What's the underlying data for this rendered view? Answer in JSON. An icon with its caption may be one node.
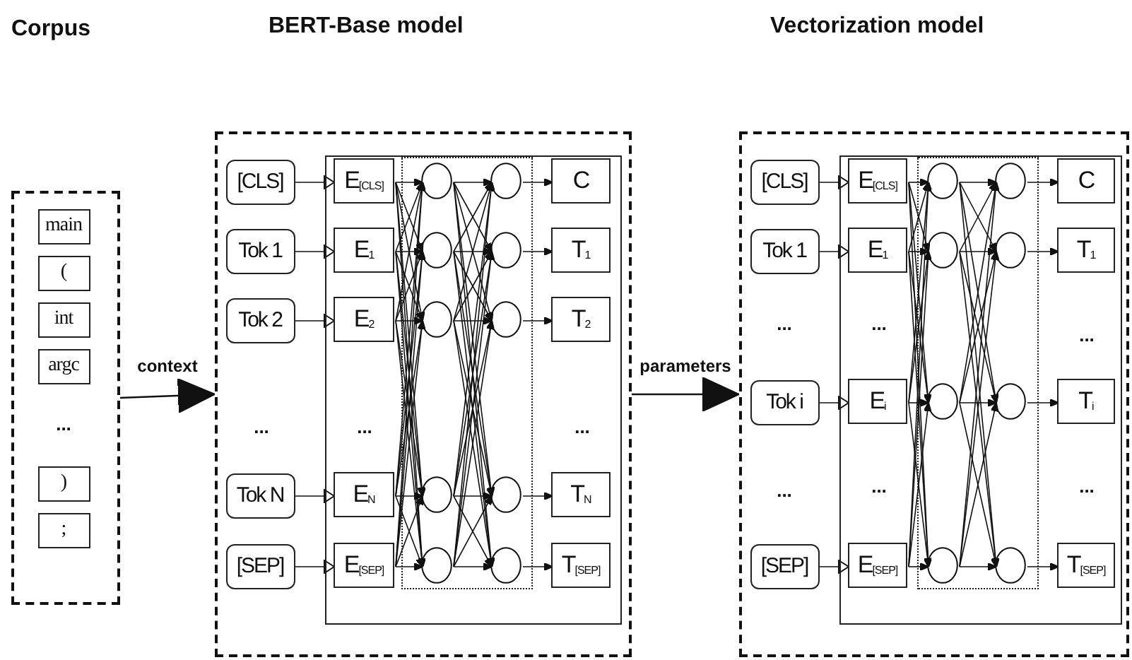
{
  "diagram": {
    "nodes": [
      {
        "text": [],
        "shape": "box"
      },
      {
        "text": [
          "main"
        ],
        "in": 0
      },
      {
        "text": [
          "("
        ],
        "in": 0
      },
      {
        "text": [
          "int"
        ],
        "in": 0
      },
      {
        "text": [
          "argc"
        ],
        "in": 0
      },
      {
        "text": [
          ")"
        ],
        "in": 0
      },
      {
        "text": [
          ";"
        ],
        "in": 0
      },
      {
        "text": [],
        "shape": "box"
      },
      {
        "text": [],
        "shape": "box",
        "in": 7
      },
      {
        "text": [
          "[CLS]"
        ],
        "in": 7
      },
      {
        "text": [
          "Tok 1"
        ],
        "in": 7
      },
      {
        "text": [
          "Tok 2"
        ],
        "in": 7
      },
      {
        "text": [
          "Tok N"
        ],
        "in": 7
      },
      {
        "text": [
          "[SEP]"
        ],
        "in": 7
      },
      {
        "text": [
          "E$_{[CLS]}$"
        ],
        "in": 8
      },
      {
        "text": [
          "E$_{1}$"
        ],
        "in": 8
      },
      {
        "text": [
          "E$_{2}$"
        ],
        "in": 8
      },
      {
        "text": [
          "E$_{N}$"
        ],
        "in": 8
      },
      {
        "text": [
          "E$_{[SEP]}$"
        ],
        "in": 8
      },
      {
        "text": [],
        "shape": "box",
        "in": 8
      },
      {
        "text": [],
        "shape": "circle",
        "in": 19
      },
      {
        "text": [],
        "shape": "circle",
        "in": 19
      },
      {
        "text": [],
        "shape": "circle",
        "in": 19
      },
      {
        "text": [],
        "shape": "circle",
        "in": 19
      },
      {
        "text": [],
        "shape": "circle",
        "in": 19
      },
      {
        "text": [],
        "shape": "circle",
        "in": 19
      },
      {
        "text": [],
        "shape": "circle",
        "in": 19
      },
      {
        "text": [],
        "shape": "circle",
        "in": 19
      },
      {
        "text": [],
        "shape": "circle",
        "in": 19
      },
      {
        "text": [],
        "shape": "circle",
        "in": 19
      },
      {
        "text": [
          "C"
        ],
        "in": 8
      },
      {
        "text": [
          "T$_{1}$"
        ],
        "in": 8
      },
      {
        "text": [
          "T$_{2}$"
        ],
        "in": 8
      },
      {
        "text": [
          "T$_{N}$"
        ],
        "in": 8
      },
      {
        "text": [
          "T$_{[SEP]}$"
        ],
        "in": 8
      },
      {
        "text": [],
        "shape": "box"
      },
      {
        "text": [],
        "shape": "box",
        "in": 35
      },
      {
        "text": [
          "[CLS]"
        ],
        "in": 35
      },
      {
        "text": [
          "Tok 1"
        ],
        "in": 35
      },
      {
        "text": [
          "Tok i"
        ],
        "in": 35
      },
      {
        "text": [
          "[SEP]"
        ],
        "in": 35
      },
      {
        "text": [
          "E$_{[CLS]}$"
        ],
        "in": 36
      },
      {
        "text": [
          "E$_{1}$"
        ],
        "in": 36
      },
      {
        "text": [
          "E$_{i}$"
        ],
        "in": 36
      },
      {
        "text": [
          "E$_{[SEP]}$"
        ],
        "in": 36
      },
      {
        "text": [],
        "shape": "box",
        "in": 36
      },
      {
        "text": [],
        "shape": "circle",
        "in": 45
      },
      {
        "text": [],
        "shape": "circle",
        "in": 45
      },
      {
        "text": [],
        "shape": "circle",
        "in": 45
      },
      {
        "text": [],
        "shape": "circle",
        "in": 45
      },
      {
        "text": [],
        "shape": "circle",
        "in": 45
      },
      {
        "text": [],
        "shape": "circle",
        "in": 45
      },
      {
        "text": [],
        "shape": "circle",
        "in": 45
      },
      {
        "text": [],
        "shape": "circle",
        "in": 45
      },
      {
        "text": [
          "C"
        ],
        "in": 36
      },
      {
        "text": [
          "T$_{1}$"
        ],
        "in": 36
      },
      {
        "text": [
          "T$_{i}$"
        ],
        "in": 36
      },
      {
        "text": [
          "T$_{[SEP]}$"
        ],
        "in": 36
      }
    ],
    "edges": [
      {
        "from": 0,
        "to": 7,
        "arrow": "to",
        "label": "context"
      },
      {
        "from": 9,
        "to": 14,
        "arrow": "to"
      },
      {
        "from": 10,
        "to": 15,
        "arrow": "to"
      },
      {
        "from": 11,
        "to": 16,
        "arrow": "to"
      },
      {
        "from": 12,
        "to": 17,
        "arrow": "to"
      },
      {
        "from": 13,
        "to": 18,
        "arrow": "to"
      },
      {
        "from": 14,
        "to": 20,
        "arrow": "to"
      },
      {
        "from": 14,
        "to": 21,
        "arrow": "to"
      },
      {
        "from": 14,
        "to": 22,
        "arrow": "to"
      },
      {
        "from": 14,
        "to": 23,
        "arrow": "to"
      },
      {
        "from": 14,
        "to": 24,
        "arrow": "to"
      },
      {
        "from": 15,
        "to": 20,
        "arrow": "to"
      },
      {
        "from": 15,
        "to": 21,
        "arrow": "to"
      },
      {
        "from": 15,
        "to": 22,
        "arrow": "to"
      },
      {
        "from": 15,
        "to": 23,
        "arrow": "to"
      },
      {
        "from": 15,
        "to": 24,
        "arrow": "to"
      },
      {
        "from": 16,
        "to": 20,
        "arrow": "to"
      },
      {
        "from": 16,
        "to": 21,
        "arrow": "to"
      },
      {
        "from": 16,
        "to": 22,
        "arrow": "to"
      },
      {
        "from": 16,
        "to": 23,
        "arrow": "to"
      },
      {
        "from": 16,
        "to": 24,
        "arrow": "to"
      },
      {
        "from": 17,
        "to": 20,
        "arrow": "to"
      },
      {
        "from": 17,
        "to": 21,
        "arrow": "to"
      },
      {
        "from": 17,
        "to": 22,
        "arrow": "to"
      },
      {
        "from": 17,
        "to": 23,
        "arrow": "to"
      },
      {
        "from": 17,
        "to": 24,
        "arrow": "to"
      },
      {
        "from": 18,
        "to": 20,
        "arrow": "to"
      },
      {
        "from": 18,
        "to": 21,
        "arrow": "to"
      },
      {
        "from": 18,
        "to": 22,
        "arrow": "to"
      },
      {
        "from": 18,
        "to": 23,
        "arrow": "to"
      },
      {
        "from": 18,
        "to": 24,
        "arrow": "to"
      },
      {
        "from": 20,
        "to": 25,
        "arrow": "to"
      },
      {
        "from": 20,
        "to": 26,
        "arrow": "to"
      },
      {
        "from": 20,
        "to": 27,
        "arrow": "to"
      },
      {
        "from": 20,
        "to": 28,
        "arrow": "to"
      },
      {
        "from": 20,
        "to": 29,
        "arrow": "to"
      },
      {
        "from": 21,
        "to": 25,
        "arrow": "to"
      },
      {
        "from": 21,
        "to": 26,
        "arrow": "to"
      },
      {
        "from": 21,
        "to": 27,
        "arrow": "to"
      },
      {
        "from": 21,
        "to": 28,
        "arrow": "to"
      },
      {
        "from": 21,
        "to": 29,
        "arrow": "to"
      },
      {
        "from": 22,
        "to": 25,
        "arrow": "to"
      },
      {
        "from": 22,
        "to": 26,
        "arrow": "to"
      },
      {
        "from": 22,
        "to": 27,
        "arrow": "to"
      },
      {
        "from": 22,
        "to": 28,
        "arrow": "to"
      },
      {
        "from": 22,
        "to": 29,
        "arrow": "to"
      },
      {
        "from": 23,
        "to": 25,
        "arrow": "to"
      },
      {
        "from": 23,
        "to": 26,
        "arrow": "to"
      },
      {
        "from": 23,
        "to": 27,
        "arrow": "to"
      },
      {
        "from": 23,
        "to": 28,
        "arrow": "to"
      },
      {
        "from": 23,
        "to": 29,
        "arrow": "to"
      },
      {
        "from": 24,
        "to": 25,
        "arrow": "to"
      },
      {
        "from": 24,
        "to": 26,
        "arrow": "to"
      },
      {
        "from": 24,
        "to": 27,
        "arrow": "to"
      },
      {
        "from": 24,
        "to": 28,
        "arrow": "to"
      },
      {
        "from": 24,
        "to": 29,
        "arrow": "to"
      },
      {
        "from": 25,
        "to": 30,
        "arrow": "to"
      },
      {
        "from": 26,
        "to": 31,
        "arrow": "to"
      },
      {
        "from": 27,
        "to": 32,
        "arrow": "to"
      },
      {
        "from": 28,
        "to": 33,
        "arrow": "to"
      },
      {
        "from": 29,
        "to": 34,
        "arrow": "to"
      },
      {
        "from": 7,
        "to": 35,
        "arrow": "to",
        "label": "parameters"
      },
      {
        "from": 37,
        "to": 41,
        "arrow": "to"
      },
      {
        "from": 38,
        "to": 42,
        "arrow": "to"
      },
      {
        "from": 39,
        "to": 43,
        "arrow": "to"
      },
      {
        "from": 40,
        "to": 44,
        "arrow": "to"
      },
      {
        "from": 41,
        "to": 46,
        "arrow": "to"
      },
      {
        "from": 41,
        "to": 47,
        "arrow": "to"
      },
      {
        "from": 41,
        "to": 48,
        "arrow": "to"
      },
      {
        "from": 41,
        "to": 49,
        "arrow": "to"
      },
      {
        "from": 42,
        "to": 46,
        "arrow": "to"
      },
      {
        "from": 42,
        "to": 47,
        "arrow": "to"
      },
      {
        "from": 42,
        "to": 48,
        "arrow": "to"
      },
      {
        "from": 42,
        "to": 49,
        "arrow": "to"
      },
      {
        "from": 43,
        "to": 46,
        "arrow": "to"
      },
      {
        "from": 43,
        "to": 47,
        "arrow": "to"
      },
      {
        "from": 43,
        "to": 48,
        "arrow": "to"
      },
      {
        "from": 43,
        "to": 49,
        "arrow": "to"
      },
      {
        "from": 44,
        "to": 46,
        "arrow": "to"
      },
      {
        "from": 44,
        "to": 47,
        "arrow": "to"
      },
      {
        "from": 44,
        "to": 48,
        "arrow": "to"
      },
      {
        "from": 44,
        "to": 49,
        "arrow": "to"
      },
      {
        "from": 46,
        "to": 50,
        "arrow": "to"
      },
      {
        "from": 46,
        "to": 51,
        "arrow": "to"
      },
      {
        "from": 46,
        "to": 52,
        "arrow": "to"
      },
      {
        "from": 46,
        "to": 53,
        "arrow": "to"
      },
      {
        "from": 47,
        "to": 50,
        "arrow": "to"
      },
      {
        "from": 47,
        "to": 51,
        "arrow": "to"
      },
      {
        "from": 47,
        "to": 52,
        "arrow": "to"
      },
      {
        "from": 47,
        "to": 53,
        "arrow": "to"
      },
      {
        "from": 48,
        "to": 50,
        "arrow": "to"
      },
      {
        "from": 48,
        "to": 51,
        "arrow": "to"
      },
      {
        "from": 48,
        "to": 52,
        "arrow": "to"
      },
      {
        "from": 48,
        "to": 53,
        "arrow": "to"
      },
      {
        "from": 49,
        "to": 50,
        "arrow": "to"
      },
      {
        "from": 49,
        "to": 51,
        "arrow": "to"
      },
      {
        "from": 49,
        "to": 52,
        "arrow": "to"
      },
      {
        "from": 49,
        "to": 53,
        "arrow": "to"
      },
      {
        "from": 50,
        "to": 54,
        "arrow": "to"
      },
      {
        "from": 51,
        "to": 55,
        "arrow": "to"
      },
      {
        "from": 52,
        "to": 56,
        "arrow": "to"
      },
      {
        "from": 53,
        "to": 57,
        "arrow": "to"
      }
    ],
    "labels": [
      "Corpus",
      "BERT-Base model",
      "Vectorization model",
      "...",
      "...",
      "...",
      "...",
      "...",
      "...",
      "...",
      "...",
      "...",
      "..."
    ]
  }
}
